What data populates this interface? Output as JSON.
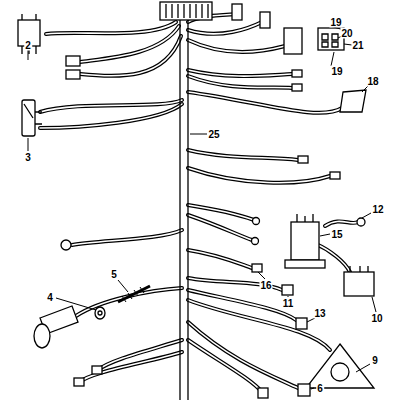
{
  "diagram": {
    "labels": [
      "19",
      "20",
      "21",
      "2",
      "19",
      "18",
      "25",
      "3",
      "12",
      "15",
      "5",
      "16",
      "4",
      "11",
      "13",
      "10",
      "9",
      "6"
    ]
  }
}
